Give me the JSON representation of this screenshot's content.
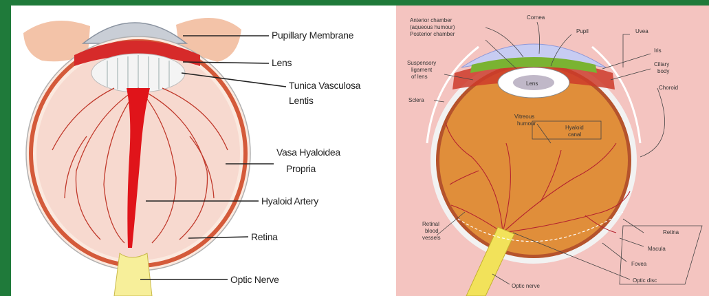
{
  "left_diagram": {
    "labels": {
      "pupillary_membrane": "Pupillary Membrane",
      "lens": "Lens",
      "tunica_line1": "Tunica Vasculosa",
      "tunica_line2": "Lentis",
      "vasa_line1": "Vasa Hyaloidea",
      "vasa_line2": "Propria",
      "hyaloid_artery": "Hyaloid Artery",
      "retina": "Retina",
      "optic_nerve": "Optic Nerve"
    }
  },
  "right_diagram": {
    "labels": {
      "anterior_chamber_1": "Anterior chamber",
      "anterior_chamber_2": "(aqueous humour)",
      "posterior_chamber": "Posterior chamber",
      "cornea": "Cornea",
      "pupil": "Pupil",
      "uvea": "Uvea",
      "iris": "Iris",
      "ciliary_1": "Ciliary",
      "ciliary_2": "body",
      "choroid": "Choroid",
      "suspensory_1": "Suspensory",
      "suspensory_2": "ligament",
      "suspensory_3": "of lens",
      "lens": "Lens",
      "sclera": "Sclera",
      "vitreous_1": "Vitreous",
      "vitreous_2": "humour",
      "hyaloid_1": "Hyaloid",
      "hyaloid_2": "canal",
      "retinal_vessels_1": "Retinal",
      "retinal_vessels_2": "blood",
      "retinal_vessels_3": "vessels",
      "retina": "Retina",
      "macula": "Macula",
      "fovea": "Fovea",
      "optic_disc": "Optic disc",
      "optic_nerve": "Optic nerve"
    }
  }
}
